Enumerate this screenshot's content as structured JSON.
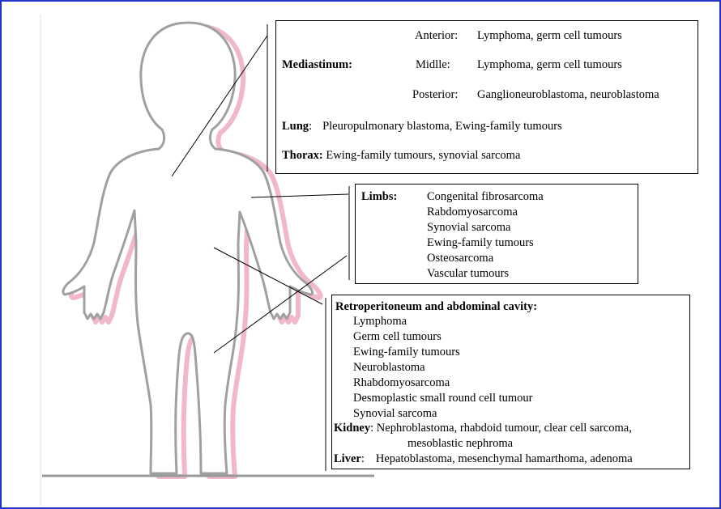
{
  "colors": {
    "frame": "#2233cc",
    "outline": "#a0a0a0",
    "shadow": "#f0b8c8",
    "text": "#000000"
  },
  "mediastinum": {
    "label": "Mediastinum:",
    "rows": [
      {
        "region": "Anterior:",
        "tumours": "Lymphoma, germ cell tumours"
      },
      {
        "region": "Midlle:",
        "tumours": "Lymphoma, germ cell tumours"
      },
      {
        "region": "Posterior:",
        "tumours": "Ganglioneuroblastoma, neuroblastoma"
      }
    ],
    "lung": {
      "label": "Lung",
      "colon": ":",
      "tumours": "Pleuropulmonary blastoma, Ewing-family tumours"
    },
    "thorax": {
      "label": "Thorax:",
      "tumours": "Ewing-family tumours, synovial sarcoma"
    }
  },
  "limbs": {
    "label": "Limbs:",
    "items": [
      "Congenital fibrosarcoma",
      "Rabdomyosarcoma",
      "Synovial sarcoma",
      "Ewing-family tumours",
      "Osteosarcoma",
      "Vascular tumours"
    ]
  },
  "abdomen": {
    "label": "Retroperitoneum and abdominal cavity:",
    "items": [
      "Lymphoma",
      "Germ cell tumours",
      "Ewing-family tumours",
      "Neuroblastoma",
      "Rhabdomyosarcoma",
      "Desmoplastic small round cell tumour",
      "Synovial sarcoma"
    ],
    "kidney": {
      "label": "Kidney",
      "colon": ":",
      "line1": "Nephroblastoma, rhabdoid tumour, clear cell sarcoma,",
      "line2": "mesoblastic nephroma"
    },
    "liver": {
      "label": "Liver",
      "colon": ":",
      "tumours": "Hepatoblastoma, mesenchymal hamarthoma, adenoma"
    }
  }
}
